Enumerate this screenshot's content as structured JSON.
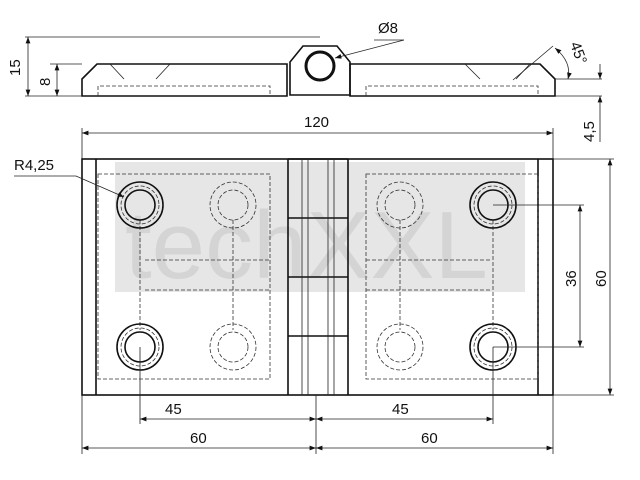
{
  "watermark": "techXXL",
  "dimensions": {
    "total_height": "15",
    "plate_thickness": "8",
    "pin_diameter": "Ø8",
    "chamfer_angle": "45°",
    "chamfer_offset": "4,5",
    "total_width": "120",
    "hole_radius": "R4,25",
    "hole_spacing_vertical": "36",
    "plate_height": "60",
    "hole_offset_left": "45",
    "hole_offset_right": "45",
    "half_width_left": "60",
    "half_width_right": "60"
  }
}
